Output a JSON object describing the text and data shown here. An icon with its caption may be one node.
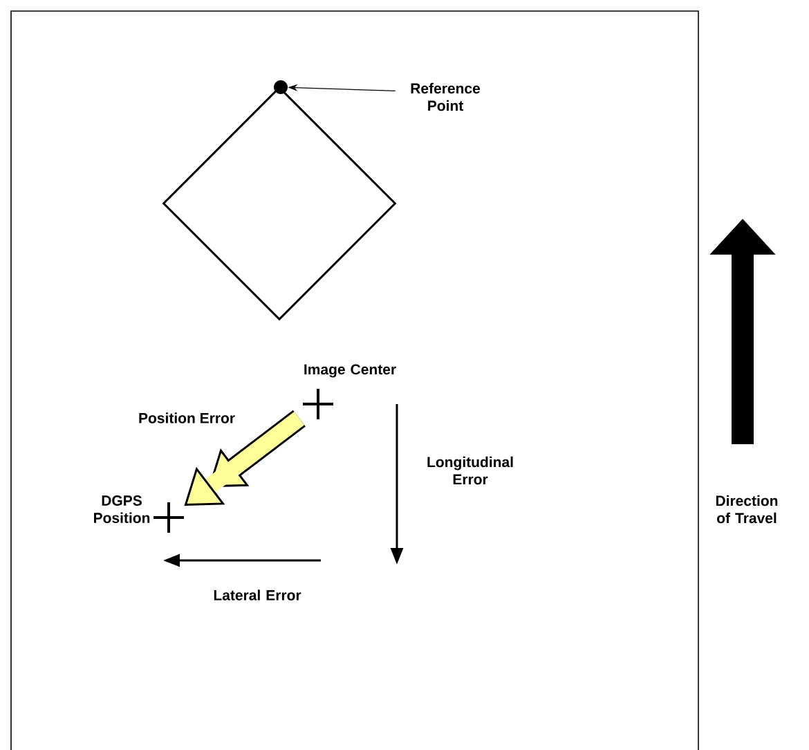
{
  "diagram": {
    "nodes": [
      {
        "text": [
          "Reference Point"
        ]
      },
      {
        "text": [],
        "shape": "diamond"
      },
      {
        "text": [],
        "shape": "circle"
      },
      {
        "text": [
          "Image Center"
        ]
      },
      {
        "text": [],
        "shape": "cross"
      },
      {
        "text": [],
        "shape": "cross"
      },
      {
        "text": [
          "DGPS Position"
        ]
      }
    ],
    "edges": [
      {
        "from": 0,
        "to": 2,
        "arrow": "to"
      },
      {
        "from": 4,
        "to": 5,
        "arrow": "to",
        "label": "Position Error",
        "style": "thick",
        "color": "#ffff99"
      }
    ],
    "labels": [
      "Longitudinal Error",
      "Lateral Error",
      "Direction of Travel"
    ]
  }
}
